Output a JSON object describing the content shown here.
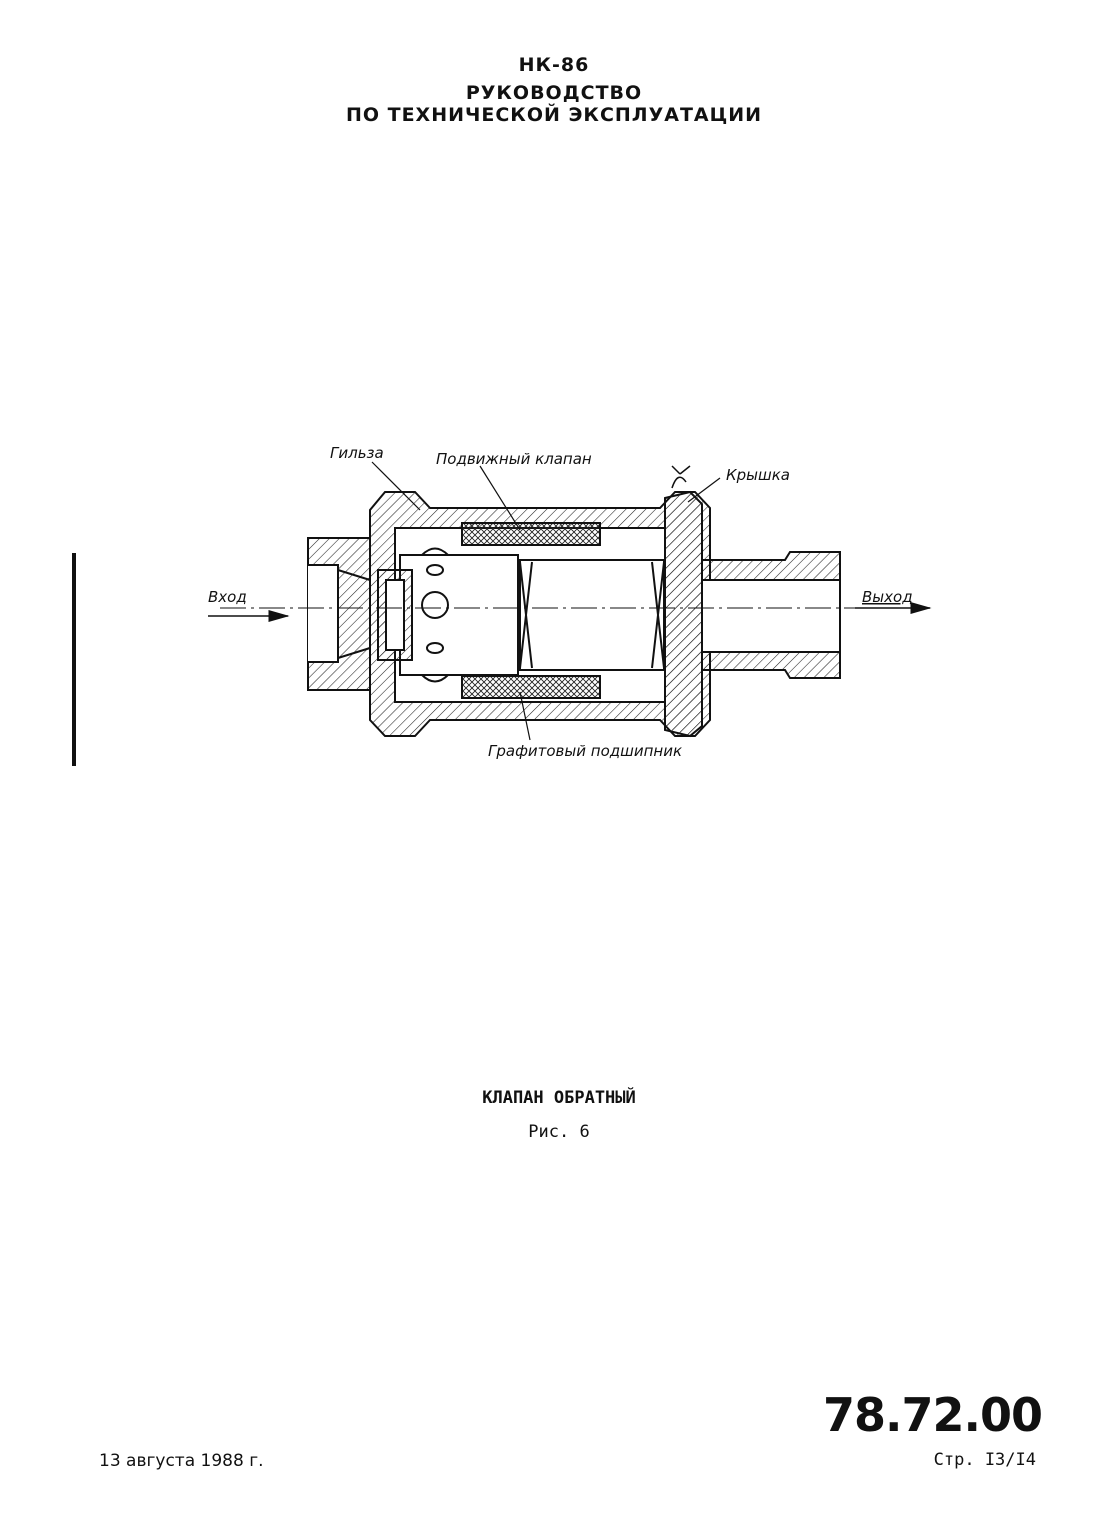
{
  "header": {
    "line1": "НК-86",
    "line2": "РУКОВОДСТВО",
    "line3": "ПО ТЕХНИЧЕСКОЙ ЭКСПЛУАТАЦИИ"
  },
  "figure": {
    "labels": {
      "sleeve": "Гильза",
      "moving_valve": "Подвижный клапан",
      "cover": "Крышка",
      "inlet": "Вход",
      "outlet": "Выход",
      "bearing": "Графитовый подшипник"
    },
    "caption_title": "КЛАПАН ОБРАТНЫЙ",
    "caption_fig": "Рис. 6"
  },
  "footer": {
    "doc_number": "78.72.00",
    "page": "Стр. I3/I4",
    "date": "13 августа 1988 г."
  }
}
